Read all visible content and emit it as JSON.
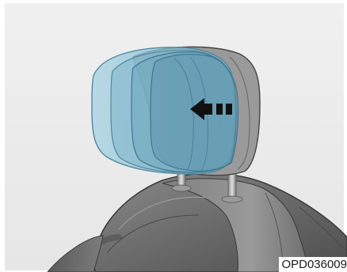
{
  "illustration": {
    "subject": "headrest-forward-adjustment",
    "arrow_direction": "left",
    "colors": {
      "background": "#ececec",
      "headrest_front_tint": "#8ec6dc",
      "headrest_back": "#8f8f8f",
      "seat": "#6b6b6b",
      "arrow": "#111111"
    }
  },
  "figure_code": "OPD036009"
}
